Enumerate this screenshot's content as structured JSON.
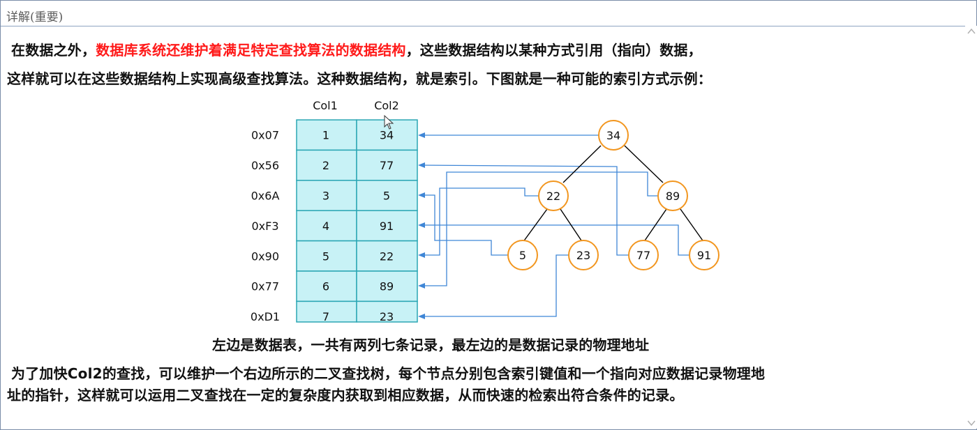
{
  "window": {
    "title": "详解(重要)"
  },
  "intro": {
    "line1_pre": "在数据之外，",
    "line1_red": "数据库系统还维护着满足特定查找算法的数据结构",
    "line1_post": "，这些数据结构以某种方式引用（指向）数据，",
    "line2": "这样就可以在这些数据结构上实现高级查找算法。这种数据结构，就是索引。下图就是一种可能的索引方式示例："
  },
  "table": {
    "headers": [
      "Col1",
      "Col2"
    ],
    "rows": [
      {
        "address": "0x07",
        "col1": "1",
        "col2": "34"
      },
      {
        "address": "0x56",
        "col1": "2",
        "col2": "77"
      },
      {
        "address": "0x6A",
        "col1": "3",
        "col2": "5"
      },
      {
        "address": "0xF3",
        "col1": "4",
        "col2": "91"
      },
      {
        "address": "0x90",
        "col1": "5",
        "col2": "22"
      },
      {
        "address": "0x77",
        "col1": "6",
        "col2": "89"
      },
      {
        "address": "0xD1",
        "col1": "7",
        "col2": "23"
      }
    ]
  },
  "tree": {
    "root": "34",
    "left": "22",
    "right": "89",
    "leaves": [
      "5",
      "23",
      "77",
      "91"
    ]
  },
  "caption": "左边是数据表，一共有两列七条记录，最左边的是数据记录的物理地址",
  "outro": {
    "line1": "为了加快Col2的查找，可以维护一个右边所示的二叉查找树，每个节点分别包含索引键值和一个指向对应数据记录物理地",
    "line2": "址的指针，这样就可以运用二叉查找在一定的复杂度内获取到相应数据，从而快速的检索出符合条件的记录。"
  },
  "colors": {
    "table_fill": "#c8f2f6",
    "table_border": "#2aa6b4",
    "node_border": "#f2961f",
    "pointer_line": "#3f86d6",
    "highlight_text": "#ff1a1a"
  }
}
